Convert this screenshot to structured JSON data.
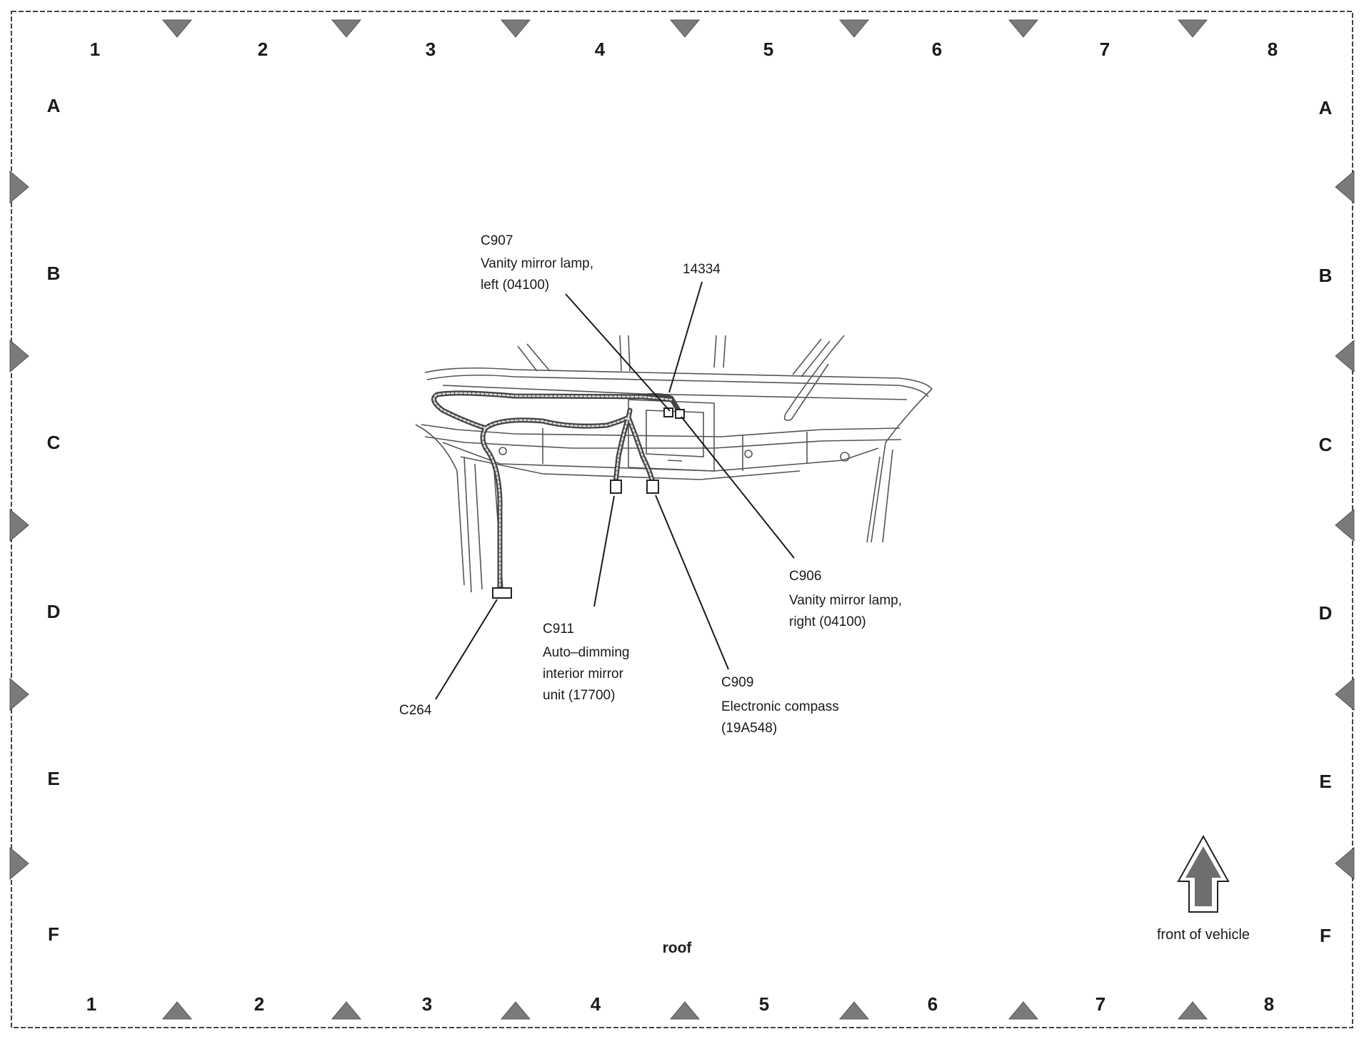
{
  "grid": {
    "columns": [
      "1",
      "2",
      "3",
      "4",
      "5",
      "6",
      "7",
      "8"
    ],
    "rows": [
      "A",
      "B",
      "C",
      "D",
      "E",
      "F"
    ]
  },
  "callouts": {
    "c907": {
      "id": "C907",
      "line1": "Vanity mirror lamp,",
      "line2": "left (04100)"
    },
    "part_14334": {
      "id": "14334"
    },
    "c906": {
      "id": "C906",
      "line1": "Vanity mirror lamp,",
      "line2": "right (04100)"
    },
    "c911": {
      "id": "C911",
      "line1": "Auto–dimming",
      "line2": "interior mirror",
      "line3": "unit (17700)"
    },
    "c909": {
      "id": "C909",
      "line1": "Electronic compass",
      "line2": "(19A548)"
    },
    "c264": {
      "id": "C264"
    }
  },
  "captions": {
    "view": "roof",
    "direction": "front of vehicle"
  }
}
